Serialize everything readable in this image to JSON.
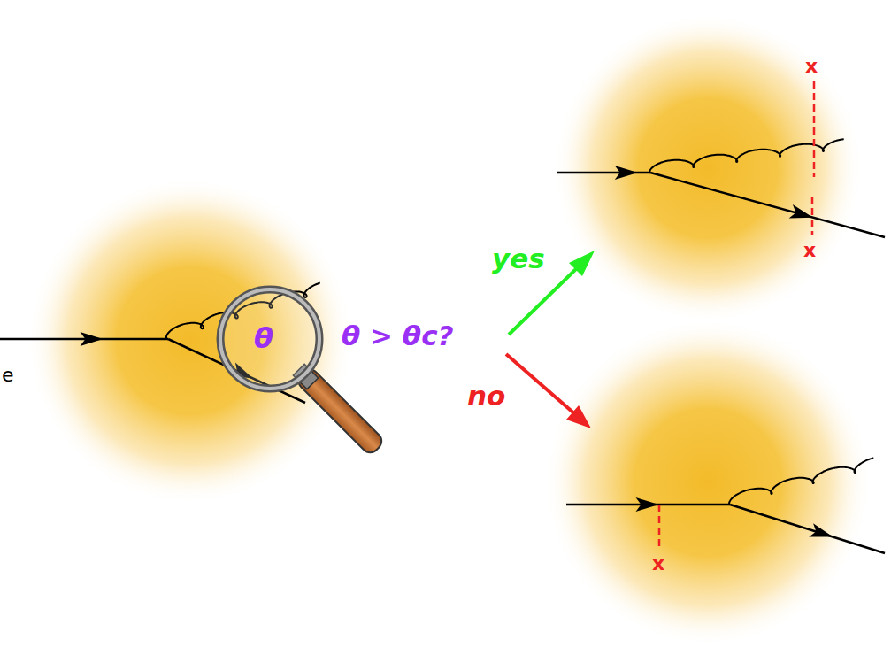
{
  "diagram": {
    "labels": [
      "θ",
      "θ > θc?",
      "yes",
      "no",
      "x",
      "x",
      "x",
      "e"
    ]
  }
}
